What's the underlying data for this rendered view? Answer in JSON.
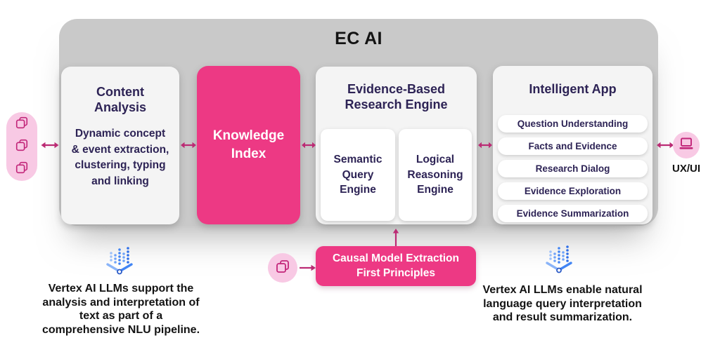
{
  "header": {
    "title": "EC AI"
  },
  "colors": {
    "brand_pink": "#ED3984",
    "light_pink": "#F8C9E4",
    "icon_magenta": "#C22579",
    "arrow_magenta": "#BB2B74",
    "container_gray": "#C9C9C9",
    "module_gray": "#F4F4F4",
    "heading_navy": "#2D2355",
    "vertex_blue": "#4285F4"
  },
  "modules": {
    "content_analysis": {
      "title": "Content Analysis",
      "body": "Dynamic concept & event extraction, clustering, typing and linking"
    },
    "knowledge_index": {
      "title": "Knowledge Index"
    },
    "research_engine": {
      "title": "Evidence-Based Research Engine",
      "engines": [
        {
          "label": "Semantic Query Engine"
        },
        {
          "label": "Logical Reasoning Engine"
        }
      ]
    },
    "intelligent_app": {
      "title": "Intelligent App",
      "features": [
        {
          "label": "Question Understanding"
        },
        {
          "label": "Facts and Evidence"
        },
        {
          "label": "Research Dialog"
        },
        {
          "label": "Evidence Exploration"
        },
        {
          "label": "Evidence Summarization"
        }
      ]
    }
  },
  "causal": {
    "line1": "Causal Model Extraction",
    "line2": "First Principles"
  },
  "io": {
    "ux_label": "UX/UI",
    "input_icon": "document-stack-icon",
    "causal_input_icon": "document-copy-icon",
    "output_icon": "laptop-icon"
  },
  "captions": {
    "left": "Vertex AI LLMs support the analysis and interpretation of text as part of a comprehensive NLU pipeline.",
    "right": "Vertex AI LLMs enable natural language query interpretation and result summarization.",
    "icon": "vertex-ai-icon"
  }
}
